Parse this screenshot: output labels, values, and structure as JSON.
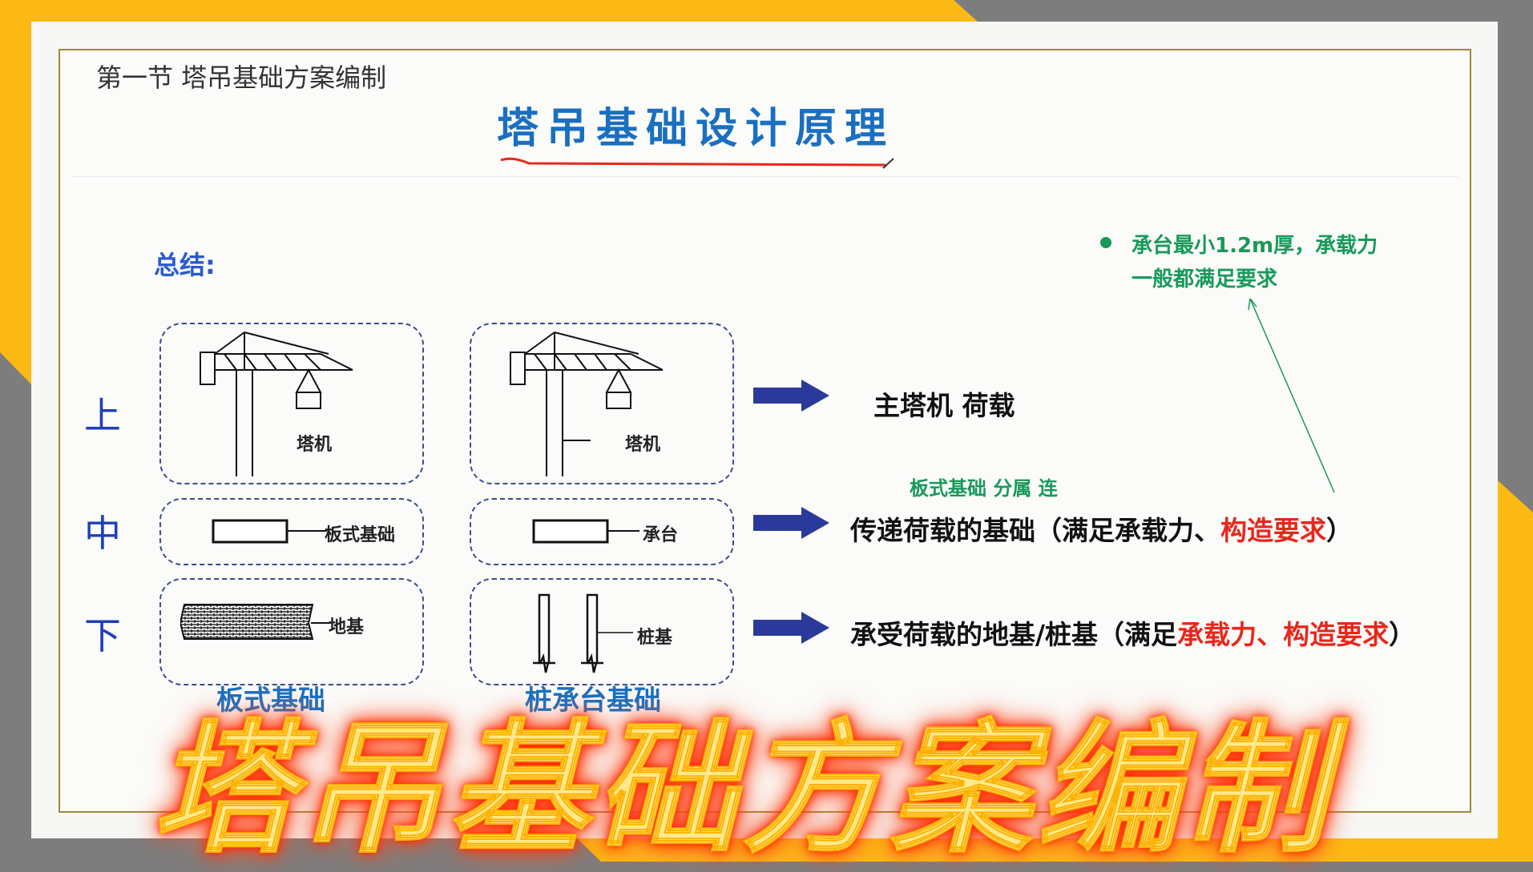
{
  "section_title": "第一节 塔吊基础方案编制",
  "main_title": "塔吊基础设计原理",
  "summary_label": "总结:",
  "levels": [
    "上",
    "中",
    "下"
  ],
  "diagram_labels": {
    "left_top": "塔机",
    "left_mid": "板式基础",
    "left_bottom": "地基",
    "right_top": "塔机",
    "right_mid": "承台",
    "right_bottom": "桩基"
  },
  "captions": [
    "板式基础",
    "桩承台基础"
  ],
  "rows": {
    "top": "主塔机     荷载",
    "mid_black": "传递荷载的基础（满足承载力、",
    "mid_red": "构造要求",
    "mid_end": "）",
    "bottom_black": "承受荷载的地基/桩基（满足",
    "bottom_red": "承载力、构造要求",
    "bottom_end": "）"
  },
  "green_note": {
    "line1": "承台最小1.2m厚，承载力",
    "line2": "一般都满足要求",
    "partial": "板式基础  分属   连"
  },
  "overlay_title": "塔吊基础方案编制",
  "colors": {
    "accent_blue": "#1a6fc0",
    "red": "#e8271c",
    "green": "#19995a",
    "yellow": "#fdb913",
    "arrow": "#2b3a9a"
  }
}
